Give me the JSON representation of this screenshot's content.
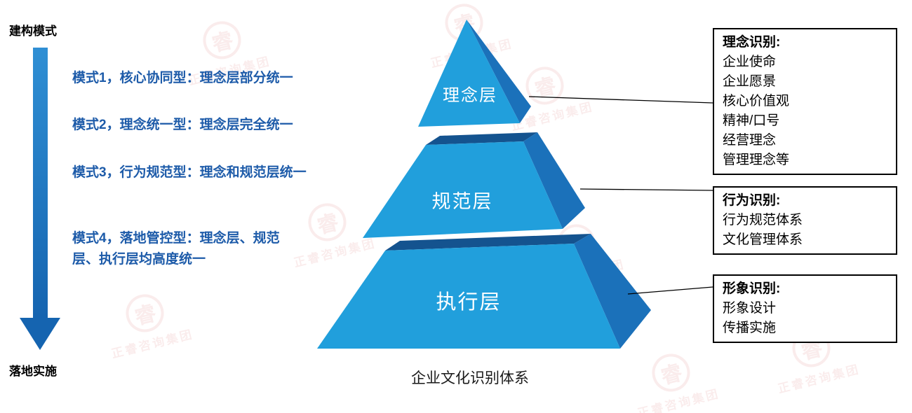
{
  "left_panel": {
    "top_label": "建构模式",
    "bottom_label": "落地实施",
    "arrow_color": "#1B74BE",
    "text_color": "#1D5BA9",
    "modes": [
      {
        "label": "模式1，核心协同型：理念层部分统一"
      },
      {
        "label": "模式2，理念统一型：理念层完全统一"
      },
      {
        "label": "模式3，行为规范型：理念和规范层统一"
      },
      {
        "label": "模式4，落地管控型：理念层、规范层、执行层均高度统一"
      }
    ]
  },
  "pyramid": {
    "caption": "企业文化识别体系",
    "front_color": "#219FDC",
    "side_color": "#1B71BA",
    "edge_color": "#14538F",
    "layers": [
      {
        "label": "理念层"
      },
      {
        "label": "规范层"
      },
      {
        "label": "执行层"
      }
    ]
  },
  "boxes": [
    {
      "title": "理念识别:",
      "items": [
        "企业使命",
        "企业愿景",
        "核心价值观",
        "精神/口号",
        "经营理念",
        "管理理念等"
      ]
    },
    {
      "title": "行为识别:",
      "items": [
        "行为规范体系",
        "文化管理体系"
      ]
    },
    {
      "title": "形象识别:",
      "items": [
        "形象设计",
        "传播实施"
      ]
    }
  ],
  "watermark": {
    "text": "正睿咨询集团",
    "glyph": "睿",
    "color": "#C00000"
  }
}
